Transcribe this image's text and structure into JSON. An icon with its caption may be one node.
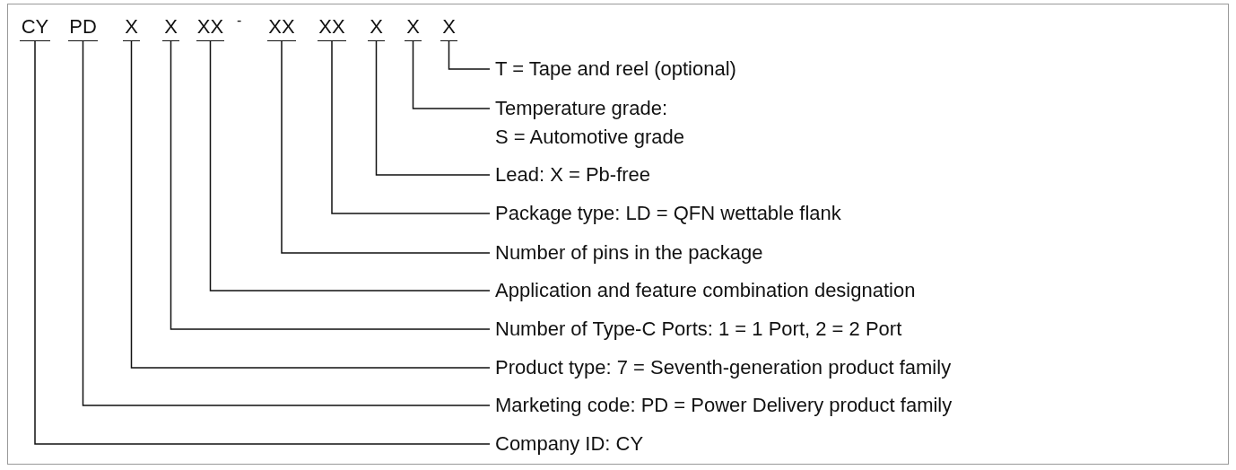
{
  "diagram": {
    "nodes": [
      {
        "text": [
          "CY"
        ]
      },
      {
        "text": [
          "PD"
        ]
      },
      {
        "text": [
          "X"
        ]
      },
      {
        "text": [
          "X"
        ]
      },
      {
        "text": [
          "XX"
        ]
      },
      {
        "text": [
          "XX"
        ]
      },
      {
        "text": [
          "XX"
        ]
      },
      {
        "text": [
          "X"
        ]
      },
      {
        "text": [
          "X"
        ]
      },
      {
        "text": [
          "X"
        ]
      },
      {
        "text": [
          "T = Tape and reel (optional)"
        ]
      },
      {
        "text": [
          "Temperature grade:",
          "S = Automotive grade"
        ]
      },
      {
        "text": [
          "Lead: X = Pb-free"
        ]
      },
      {
        "text": [
          "Package type: LD = QFN wettable flank"
        ]
      },
      {
        "text": [
          "Number of pins in the package"
        ]
      },
      {
        "text": [
          "Application and feature combination designation"
        ]
      },
      {
        "text": [
          "Number of Type-C Ports: 1 = 1 Port, 2 = 2 Port"
        ]
      },
      {
        "text": [
          "Product type: 7 = Seventh-generation product family"
        ]
      },
      {
        "text": [
          "Marketing code: PD = Power Delivery product family"
        ]
      },
      {
        "text": [
          "Company ID: CY"
        ]
      }
    ],
    "edges": [
      {
        "from": 10,
        "to": 9,
        "arrow": "none"
      },
      {
        "from": 11,
        "to": 8,
        "arrow": "none"
      },
      {
        "from": 12,
        "to": 7,
        "arrow": "none"
      },
      {
        "from": 13,
        "to": 6,
        "arrow": "none"
      },
      {
        "from": 14,
        "to": 5,
        "arrow": "none"
      },
      {
        "from": 15,
        "to": 4,
        "arrow": "none"
      },
      {
        "from": 16,
        "to": 3,
        "arrow": "none"
      },
      {
        "from": 17,
        "to": 2,
        "arrow": "none"
      },
      {
        "from": 18,
        "to": 1,
        "arrow": "none"
      },
      {
        "from": 19,
        "to": 0,
        "arrow": "none"
      }
    ],
    "labels": [
      "-"
    ]
  }
}
